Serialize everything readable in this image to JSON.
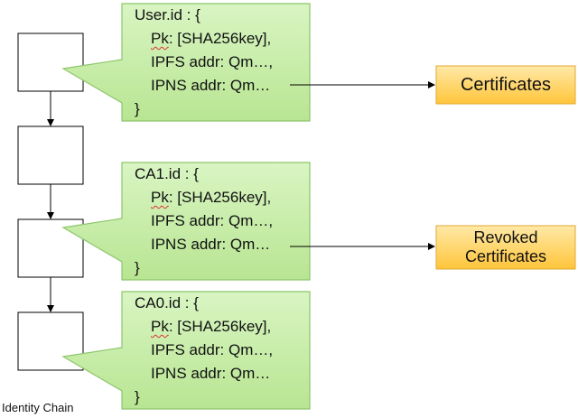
{
  "callouts": [
    {
      "header": "User.id : {",
      "pk_key": "Pk",
      "pk_value": ": [SHA256key],",
      "ipfs_label": "IPFS addr",
      "ipfs_value": ": Qm…,",
      "ipns_label": "IPNS addr",
      "ipns_value": ": Qm…",
      "footer": "}"
    },
    {
      "header": "CA1.id : {",
      "pk_key": "Pk",
      "pk_value": ": [SHA256key],",
      "ipfs_label": "IPFS addr",
      "ipfs_value": ": Qm…,",
      "ipns_label": "IPNS addr",
      "ipns_value": ": Qm…",
      "footer": "}"
    },
    {
      "header": "CA0.id : {",
      "pk_key": "Pk",
      "pk_value": ": [SHA256key],",
      "ipfs_label": "IPFS addr",
      "ipfs_value": ": Qm…,",
      "ipns_label": "IPNS addr",
      "ipns_value": ": Qm…",
      "footer": "}"
    }
  ],
  "targets": {
    "certificates": "Certificates",
    "revoked_line1": "Revoked",
    "revoked_line2": "Certificates"
  },
  "chain_label": "Identity Chain",
  "colors": {
    "callout_fill": "#c6eea6",
    "callout_stroke": "#8dc56a",
    "target_fill": "#ffd45e",
    "target_stroke": "#e0a830"
  }
}
